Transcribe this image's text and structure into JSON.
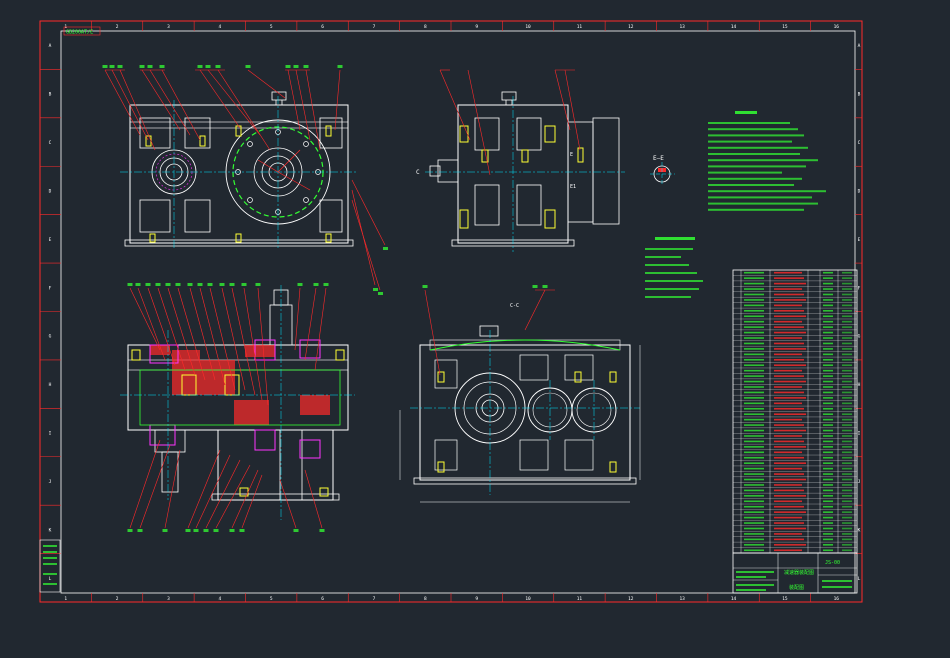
{
  "drawing": {
    "top_left_tag": "GB200AT/E",
    "columns": [
      "1",
      "2",
      "3",
      "4",
      "5",
      "6",
      "7",
      "8",
      "9",
      "10",
      "11",
      "12",
      "13",
      "14",
      "15",
      "16"
    ],
    "rows": [
      "A",
      "B",
      "C",
      "D",
      "E",
      "F",
      "G",
      "H",
      "I",
      "J",
      "K",
      "L"
    ],
    "section_label_c": "C",
    "section_label_e": "E—E",
    "section_view_label": "C-C",
    "e1_label": "E1",
    "e_label": "E",
    "title_block_name": "减速器装配图",
    "title_block_sheet": "装配图",
    "title_block_code": "JS-00"
  },
  "colors": {
    "background": "#212830",
    "frame": "#ff2a2a",
    "outline": "#ffffff",
    "centerline": "#00e5ff",
    "yellow": "#ffff33",
    "green": "#33ff33",
    "magenta": "#ff33ff",
    "red": "#ff2a2a"
  }
}
